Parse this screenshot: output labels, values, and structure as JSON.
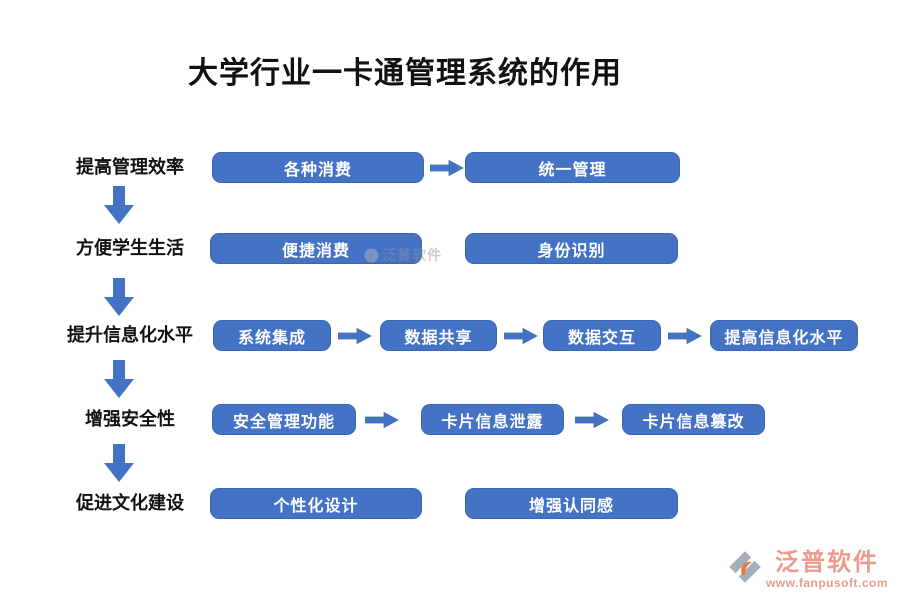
{
  "title": "大学行业一卡通管理系统的作用",
  "diagram": {
    "rows": [
      {
        "label": "提高管理效率",
        "boxes": [
          "各种消费",
          "统一管理"
        ]
      },
      {
        "label": "方便学生生活",
        "boxes": [
          "便捷消费",
          "身份识别"
        ]
      },
      {
        "label": "提升信息化水平",
        "boxes": [
          "系统集成",
          "数据共享",
          "数据交互",
          "提高信息化水平"
        ]
      },
      {
        "label": "增强安全性",
        "boxes": [
          "安全管理功能",
          "卡片信息泄露",
          "卡片信息篡改"
        ]
      },
      {
        "label": "促进文化建设",
        "boxes": [
          "个性化设计",
          "增强认同感"
        ]
      }
    ]
  },
  "watermark": {
    "text": "泛普软件"
  },
  "footer_logo": {
    "brand": "泛普软件",
    "url": "www.fanpusoft.com"
  },
  "colors": {
    "box_fill": "#4472C4",
    "box_border": "#3A65B2",
    "arrow_blue": "#4472C4",
    "brand_salmon": "#EC9C8C",
    "brand_orange": "#E87C3C",
    "brand_gray": "#A6ADBB"
  }
}
